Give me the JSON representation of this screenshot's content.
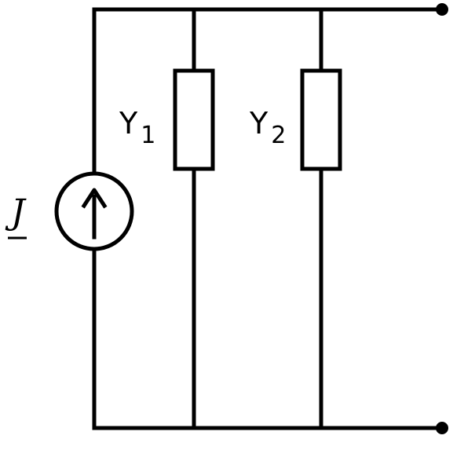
{
  "source": {
    "symbol": "J",
    "underlined": true,
    "type": "current-source",
    "arrow_direction": "up"
  },
  "admittances": [
    {
      "symbol": "Y",
      "subscript": "1"
    },
    {
      "symbol": "Y",
      "subscript": "2"
    }
  ],
  "terminals": 2,
  "colors": {
    "stroke": "#000000",
    "background": "#ffffff"
  }
}
